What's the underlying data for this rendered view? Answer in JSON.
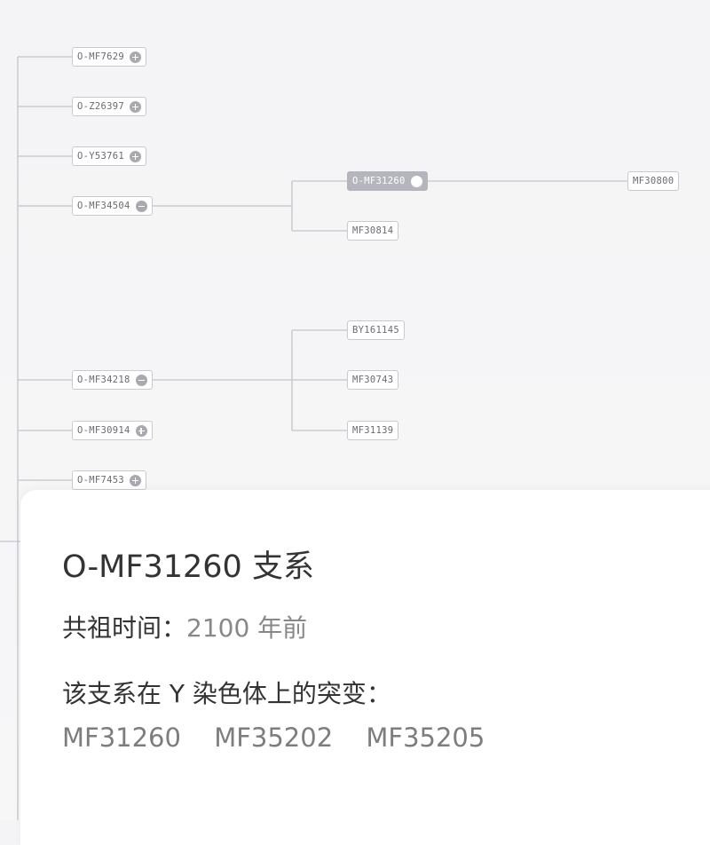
{
  "tree": {
    "left_nodes": [
      {
        "label": "O-MF7629",
        "toggle": "expand"
      },
      {
        "label": "O-Z26397",
        "toggle": "expand"
      },
      {
        "label": "O-Y53761",
        "toggle": "expand"
      },
      {
        "label": "O-MF34504",
        "toggle": "collapse"
      },
      {
        "label": "O-MF34218",
        "toggle": "collapse"
      },
      {
        "label": "O-MF30914",
        "toggle": "expand"
      },
      {
        "label": "O-MF7453",
        "toggle": "expand"
      }
    ],
    "mf34504_children": [
      {
        "label": "O-MF31260",
        "toggle": "collapse",
        "selected": true
      },
      {
        "label": "MF30814"
      }
    ],
    "mf31260_children": [
      {
        "label": "MF30800"
      }
    ],
    "mf34218_children": [
      {
        "label": "BY161145"
      },
      {
        "label": "MF30743"
      },
      {
        "label": "MF31139"
      }
    ],
    "line_color": "#c3c3cc",
    "selected_color": "#b5b5bd"
  },
  "panel": {
    "title": "O-MF31260 支系",
    "ancestor_label": "共祖时间：",
    "ancestor_value": "2100 年前",
    "mutations_label": "该支系在 Y 染色体上的突变：",
    "mutations": [
      "MF31260",
      "MF35202",
      "MF35205"
    ]
  }
}
